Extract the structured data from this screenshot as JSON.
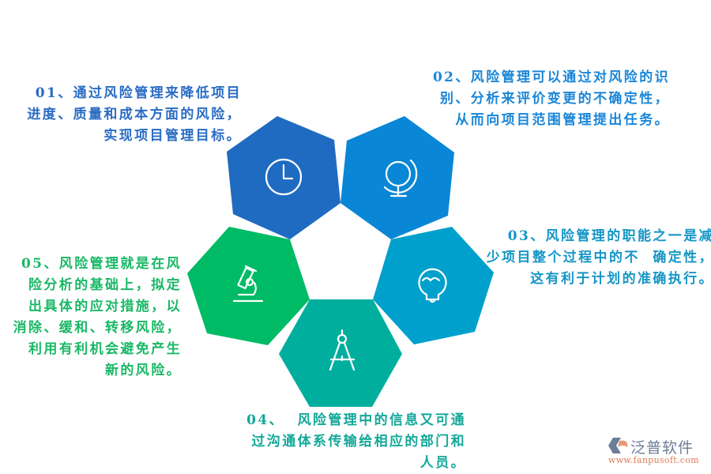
{
  "items": [
    {
      "number": "01",
      "color": "#1f6bc1",
      "text_color": "#2a6cc4",
      "icon": "clock-icon",
      "lines": [
        "01、通过风险管理来降低项目",
        "进度、质量和成本方面的风险，",
        "实现项目管理目标。"
      ]
    },
    {
      "number": "02",
      "color": "#0a86d6",
      "text_color": "#1a86d8",
      "icon": "globe-icon",
      "lines": [
        "02、风险管理可以通过对风险的识",
        "别、分析来评价变更的不确定性，",
        "从而向项目范围管理提出任务。"
      ]
    },
    {
      "number": "03",
      "color": "#00a0cc",
      "text_color": "#1596c6",
      "icon": "lightbulb-icon",
      "lines": [
        "03、风险管理的职能之一是减",
        "少项目整个过程中的不  确定性，",
        "这有利于计划的准确执行。"
      ]
    },
    {
      "number": "04",
      "color": "#00ae9e",
      "text_color": "#13a899",
      "icon": "compass-icon",
      "lines": [
        "04、  风险管理中的信息又可通",
        "过沟通体系传输给相应的部门和",
        "人员。"
      ]
    },
    {
      "number": "05",
      "color": "#00bb66",
      "text_color": "#1ab866",
      "icon": "microscope-icon",
      "lines": [
        "05、风险管理就是在风",
        "险分析的基础上，拟定",
        "出具体的应对措施，以",
        "消除、缓和、转移风险，",
        "利用有利机会避免产生",
        "新的风险。"
      ]
    }
  ],
  "logo": {
    "name": "泛普软件",
    "url": "www.fanpusoft.com"
  }
}
